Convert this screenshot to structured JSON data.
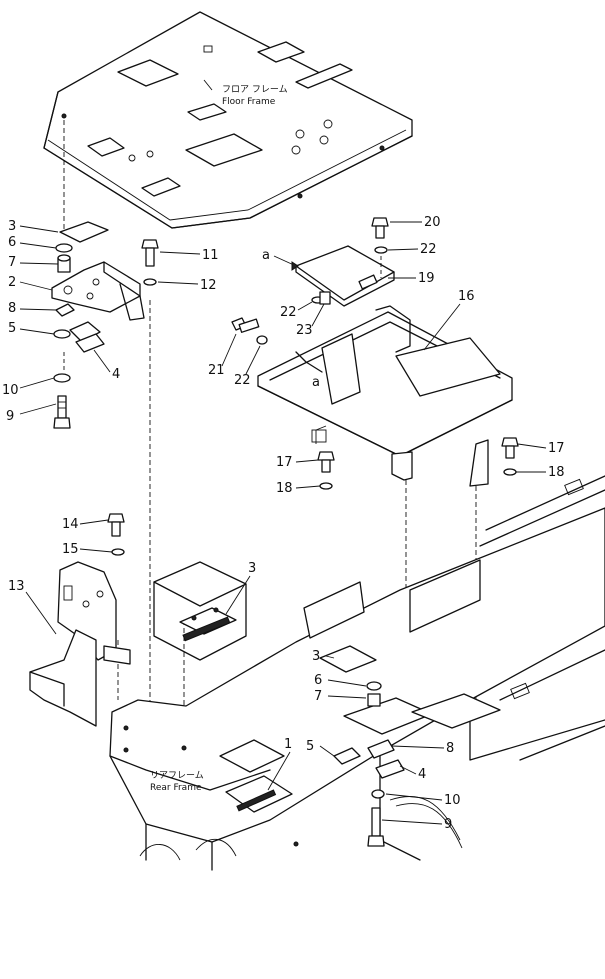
{
  "frames": {
    "floor_frame_jp": "フロア フレーム",
    "floor_frame_en": "Floor Frame",
    "rear_frame_jp": "リアフレーム",
    "rear_frame_en": "Rear Frame"
  },
  "view_marks": {
    "a1": "a",
    "a2": "a"
  },
  "callouts": {
    "n1": "1",
    "n2": "2",
    "n3a": "3",
    "n3b": "3",
    "n3c": "3",
    "n4a": "4",
    "n4b": "4",
    "n5a": "5",
    "n5b": "5",
    "n6a": "6",
    "n6b": "6",
    "n7a": "7",
    "n7b": "7",
    "n8a": "8",
    "n8b": "8",
    "n9a": "9",
    "n9b": "9",
    "n10a": "10",
    "n10b": "10",
    "n11": "11",
    "n12": "12",
    "n13": "13",
    "n14": "14",
    "n15": "15",
    "n16": "16",
    "n17a": "17",
    "n17b": "17",
    "n18a": "18",
    "n18b": "18",
    "n19": "19",
    "n20": "20",
    "n21": "21",
    "n22a": "22",
    "n22b": "22",
    "n22c": "22",
    "n23": "23"
  }
}
